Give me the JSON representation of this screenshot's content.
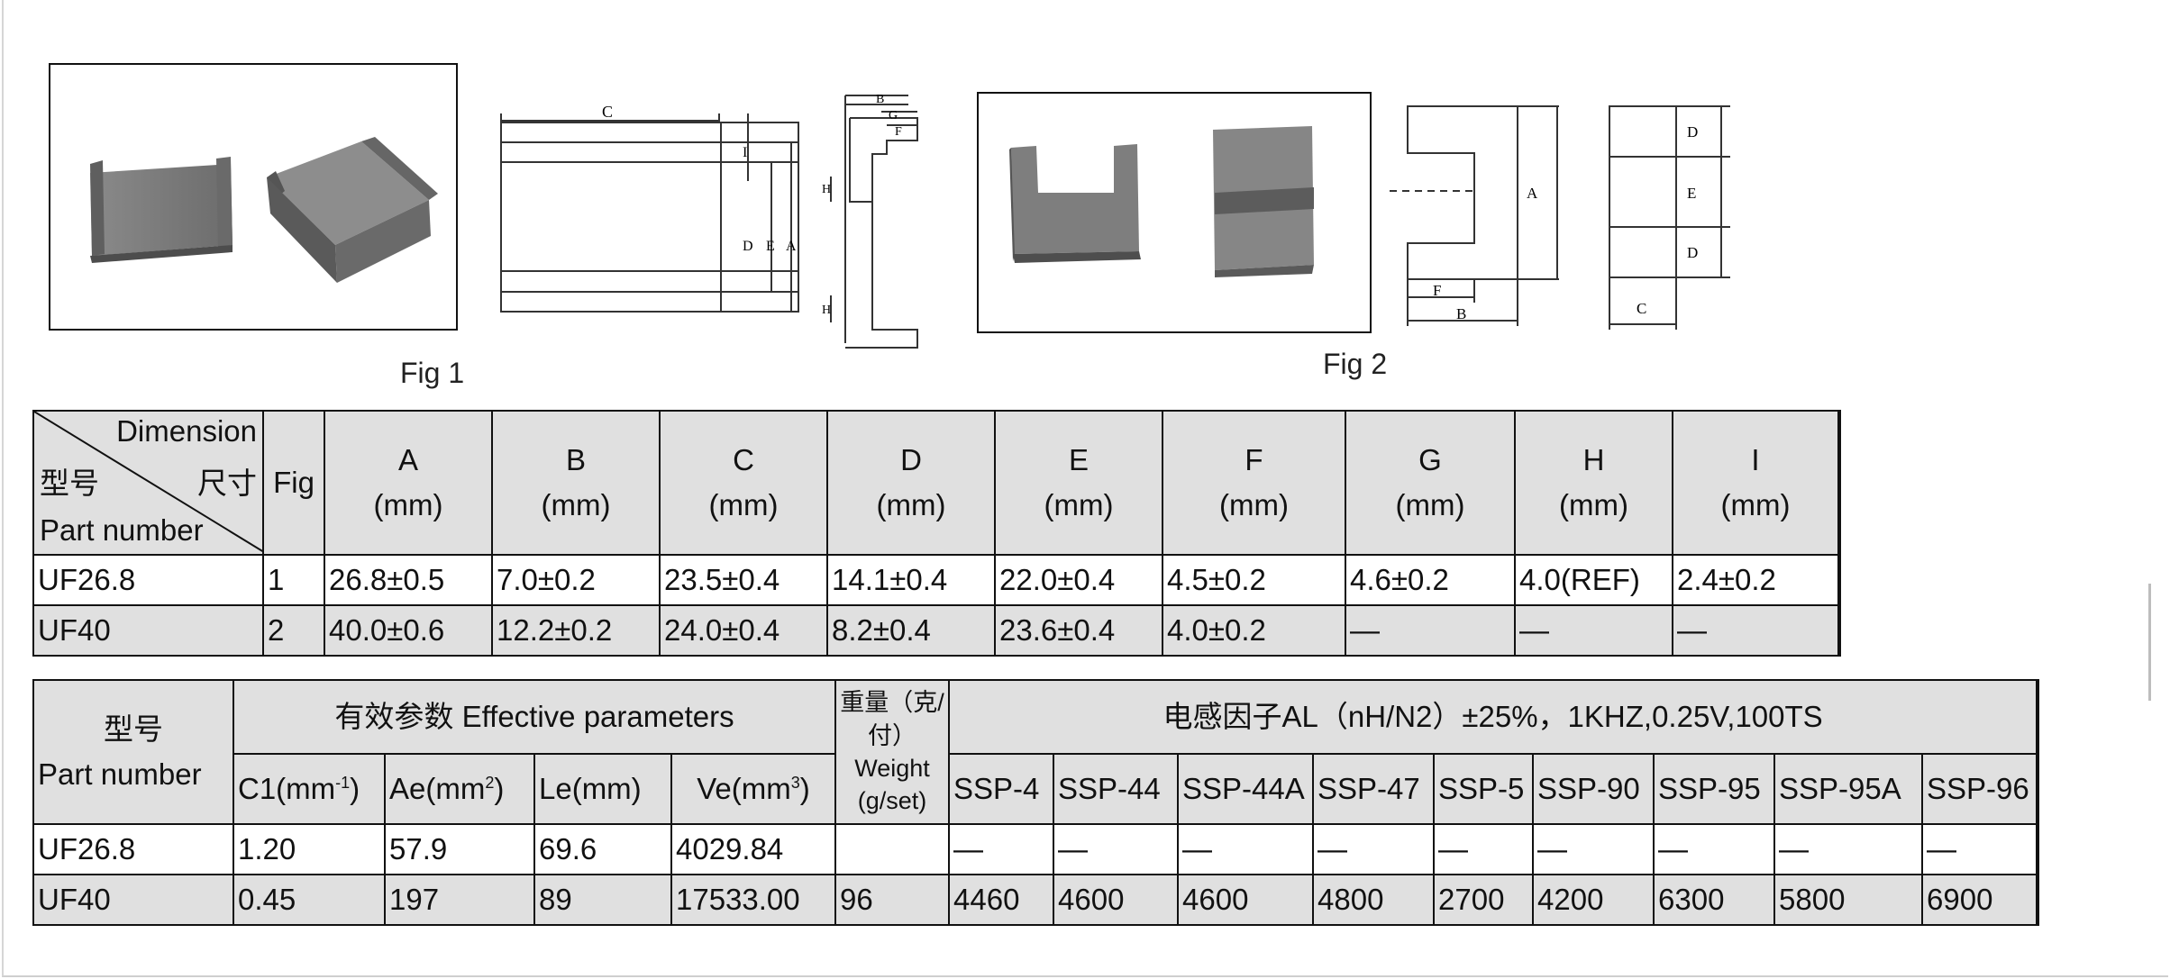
{
  "figures": {
    "fig1_caption": "Fig 1",
    "fig2_caption": "Fig 2",
    "fig1_labels": {
      "c": "C",
      "i": "I",
      "d": "D",
      "e": "E",
      "a": "A",
      "b": "B",
      "g": "G",
      "f": "F",
      "h": "H"
    },
    "fig2_labels": {
      "a": "A",
      "f": "F",
      "b": "B",
      "d": "D",
      "e": "E",
      "c": "C"
    }
  },
  "dim_table": {
    "corner": {
      "dimension": "Dimension",
      "model_cn": "型号",
      "size_cn": "尺寸",
      "part_number": "Part number"
    },
    "fig_header": "Fig",
    "unit": "(mm)",
    "columns": [
      "A",
      "B",
      "C",
      "D",
      "E",
      "F",
      "G",
      "H",
      "I"
    ],
    "rows": [
      {
        "part": "UF26.8",
        "fig": "1",
        "values": [
          "26.8±0.5",
          "7.0±0.2",
          "23.5±0.4",
          "14.1±0.4",
          "22.0±0.4",
          "4.5±0.2",
          "4.6±0.2",
          "4.0(REF)",
          "2.4±0.2"
        ]
      },
      {
        "part": "UF40",
        "fig": "2",
        "values": [
          "40.0±0.6",
          "12.2±0.2",
          "24.0±0.4",
          "8.2±0.4",
          "23.6±0.4",
          "4.0±0.2",
          "—",
          "—",
          "—"
        ]
      }
    ]
  },
  "param_table": {
    "model_cn": "型号",
    "part_number": "Part number",
    "effective_header": "有效参数 Effective parameters",
    "weight_cn": "重量（克/付）",
    "weight_en": "Weight (g/set)",
    "al_header": "电感因子AL（nH/N2）±25%，1KHZ,0.25V,100TS",
    "c1": {
      "base": "C1(mm",
      "sup": "-1",
      "end": ")"
    },
    "ae": {
      "base": "Ae(mm",
      "sup": "2",
      "end": ")"
    },
    "le": "Le(mm)",
    "ve": {
      "base": "Ve(mm",
      "sup": "3",
      "end": ")"
    },
    "materials": [
      "SSP-4",
      "SSP-44",
      "SSP-44A",
      "SSP-47",
      "SSP-5",
      "SSP-90",
      "SSP-95",
      "SSP-95A",
      "SSP-96"
    ],
    "rows": [
      {
        "part": "UF26.8",
        "c1": "1.20",
        "ae": "57.9",
        "le": "69.6",
        "ve": "4029.84",
        "weight": "",
        "al": [
          "—",
          "—",
          "—",
          "—",
          "—",
          "—",
          "—",
          "—",
          "—"
        ]
      },
      {
        "part": "UF40",
        "c1": "0.45",
        "ae": "197",
        "le": "89",
        "ve": "17533.00",
        "weight": "96",
        "al": [
          "4460",
          "4600",
          "4600",
          "4800",
          "2700",
          "4200",
          "6300",
          "5800",
          "6900"
        ]
      }
    ]
  },
  "colors": {
    "header_bg": "#e0e0e0",
    "ferrite": "#7a7a7a"
  }
}
